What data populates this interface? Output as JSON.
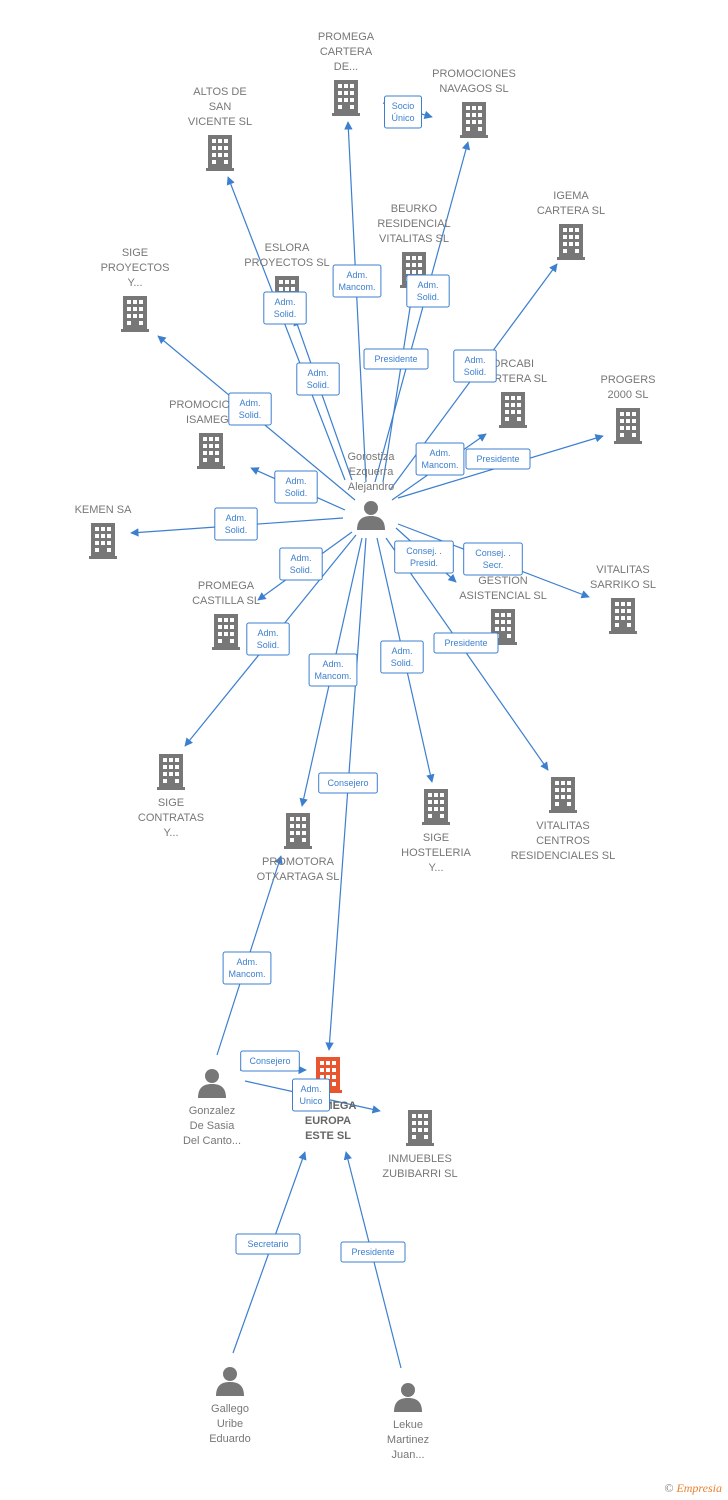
{
  "colors": {
    "edge": "#3c7fcf",
    "node": "#777777",
    "focus_node": "#e8552f"
  },
  "nodes": [
    {
      "id": "gorostiza",
      "type": "person",
      "lines": [
        "Gorostiza",
        "Ezquerra",
        "Alejandro"
      ]
    },
    {
      "id": "promega_cartera",
      "type": "company",
      "lines": [
        "PROMEGA",
        "CARTERA",
        "DE..."
      ]
    },
    {
      "id": "promociones_navagos",
      "type": "company",
      "lines": [
        "PROMOCIONES",
        "NAVAGOS SL"
      ]
    },
    {
      "id": "altos_san_vicente",
      "type": "company",
      "lines": [
        "ALTOS DE",
        "SAN",
        "VICENTE SL"
      ]
    },
    {
      "id": "beurko",
      "type": "company",
      "lines": [
        "BEURKO",
        "RESIDENCIAL",
        "VITALITAS SL"
      ]
    },
    {
      "id": "igema",
      "type": "company",
      "lines": [
        "IGEMA",
        "CARTERA  SL"
      ]
    },
    {
      "id": "eslora",
      "type": "company",
      "lines": [
        "ESLORA",
        "PROYECTOS SL"
      ]
    },
    {
      "id": "sige_proyectos",
      "type": "company",
      "lines": [
        "SIGE",
        "PROYECTOS",
        "Y..."
      ]
    },
    {
      "id": "orcabi",
      "type": "company",
      "lines": [
        "ORCABI",
        "CARTERA  SL"
      ]
    },
    {
      "id": "progers",
      "type": "company",
      "lines": [
        "PROGERS",
        "2000 SL"
      ]
    },
    {
      "id": "isamega",
      "type": "company",
      "lines": [
        "PROMOCIONES",
        "ISAMEGA"
      ]
    },
    {
      "id": "kemen",
      "type": "company",
      "lines": [
        "KEMEN SA"
      ]
    },
    {
      "id": "gestion",
      "type": "company",
      "lines": [
        "S",
        "GESTION",
        "ASISTENCIAL SL"
      ]
    },
    {
      "id": "vitalitas_sarriko",
      "type": "company",
      "lines": [
        "VITALITAS",
        "SARRIKO SL"
      ]
    },
    {
      "id": "promega_castilla",
      "type": "company",
      "lines": [
        "PROMEGA",
        "CASTILLA SL"
      ]
    },
    {
      "id": "sige_contratas",
      "type": "company",
      "lines": [
        "SIGE",
        "CONTRATAS",
        "Y..."
      ]
    },
    {
      "id": "promotora_otxartaga",
      "type": "company",
      "lines": [
        "PROMOTORA",
        "OTXARTAGA SL"
      ]
    },
    {
      "id": "sige_hosteleria",
      "type": "company",
      "lines": [
        "SIGE",
        "HOSTELERIA",
        "Y..."
      ]
    },
    {
      "id": "vitalitas_centros",
      "type": "company",
      "lines": [
        "VITALITAS",
        "CENTROS",
        "RESIDENCIALES SL"
      ]
    },
    {
      "id": "gonzalez",
      "type": "person",
      "lines": [
        "Gonzalez",
        "De Sasia",
        "Del Canto..."
      ]
    },
    {
      "id": "promega_europa",
      "type": "focus",
      "lines": [
        "PROMEGA",
        "EUROPA",
        "ESTE SL"
      ]
    },
    {
      "id": "inmuebles",
      "type": "company",
      "lines": [
        "INMUEBLES",
        "ZUBIBARRI  SL"
      ]
    },
    {
      "id": "gallego",
      "type": "person",
      "lines": [
        "Gallego",
        "Uribe",
        "Eduardo"
      ]
    },
    {
      "id": "lekue",
      "type": "person",
      "lines": [
        "Lekue",
        "Martinez",
        "Juan..."
      ]
    }
  ],
  "edges": [
    {
      "from": "promega_cartera",
      "to": "promociones_navagos",
      "label": [
        "Socio",
        "Único"
      ]
    },
    {
      "from": "gorostiza",
      "to": "promega_cartera",
      "label": [
        "Adm.",
        "Mancom."
      ]
    },
    {
      "from": "gorostiza",
      "to": "promociones_navagos",
      "label": [
        "Presidente"
      ]
    },
    {
      "from": "gorostiza",
      "to": "altos_san_vicente",
      "label": [
        "Adm.",
        "Solid."
      ]
    },
    {
      "from": "gorostiza",
      "to": "beurko",
      "label": [
        "Adm.",
        "Solid."
      ]
    },
    {
      "from": "gorostiza",
      "to": "eslora",
      "label": [
        "Adm.",
        "Solid."
      ]
    },
    {
      "from": "gorostiza",
      "to": "igema",
      "label": [
        "Adm.",
        "Solid."
      ]
    },
    {
      "from": "gorostiza",
      "to": "sige_proyectos",
      "label": [
        "Adm.",
        "Solid."
      ]
    },
    {
      "from": "gorostiza",
      "to": "orcabi",
      "label": [
        "Adm.",
        "Mancom."
      ]
    },
    {
      "from": "gorostiza",
      "to": "progers",
      "label": [
        "Presidente"
      ]
    },
    {
      "from": "gorostiza",
      "to": "isamega",
      "label": [
        "Adm.",
        "Solid."
      ]
    },
    {
      "from": "gorostiza",
      "to": "kemen",
      "label": [
        "Adm.",
        "Solid."
      ]
    },
    {
      "from": "gorostiza",
      "to": "gestion",
      "label": [
        "Consej. .",
        "Presid."
      ]
    },
    {
      "from": "gorostiza",
      "to": "vitalitas_sarriko",
      "label": [
        "Consej. .",
        "Secr."
      ]
    },
    {
      "from": "gorostiza",
      "to": "promega_castilla",
      "label": [
        "Adm.",
        "Solid."
      ]
    },
    {
      "from": "gorostiza",
      "to": "sige_contratas",
      "label": [
        "Adm.",
        "Solid."
      ]
    },
    {
      "from": "gorostiza",
      "to": "promotora_otxartaga",
      "label": [
        "Adm.",
        "Mancom."
      ]
    },
    {
      "from": "gorostiza",
      "to": "sige_hosteleria",
      "label": [
        "Adm.",
        "Solid."
      ]
    },
    {
      "from": "gorostiza",
      "to": "vitalitas_centros",
      "label": [
        "Presidente"
      ]
    },
    {
      "from": "gorostiza",
      "to": "promega_europa",
      "label": [
        "Consejero"
      ]
    },
    {
      "from": "gonzalez",
      "to": "promotora_otxartaga",
      "label": [
        "Adm.",
        "Mancom."
      ]
    },
    {
      "from": "gonzalez",
      "to": "promega_europa",
      "label": [
        "Consejero"
      ]
    },
    {
      "from": "gonzalez",
      "to": "inmuebles",
      "label": [
        "Adm.",
        "Unico"
      ]
    },
    {
      "from": "gallego",
      "to": "promega_europa",
      "label": [
        "Secretario"
      ]
    },
    {
      "from": "lekue",
      "to": "promega_europa",
      "label": [
        "Presidente"
      ]
    }
  ],
  "footer": {
    "copyright": "©",
    "brand": "Empresia"
  }
}
